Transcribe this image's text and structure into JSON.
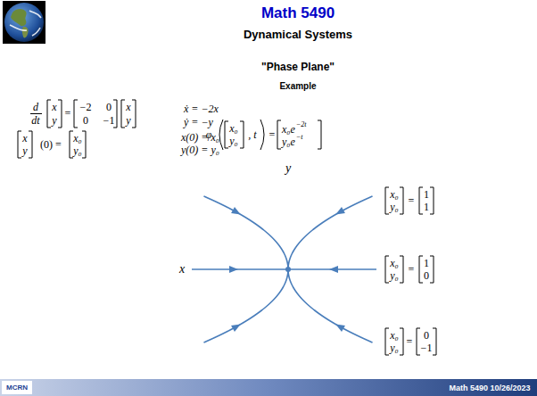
{
  "diagram": {
    "title": "Math 5490",
    "labels": [
      "Dynamical Systems",
      "\"Phase Plane\"",
      "Example",
      "d",
      "dt",
      "x",
      "y",
      "=",
      "−2",
      "0",
      "0",
      "−1",
      "x",
      "y",
      "x",
      "y",
      "(0) =",
      "x₀",
      "y₀",
      "ẋ = −2x",
      "ẏ = −y",
      "x(0) = x₀",
      "y(0) = y₀",
      "φ",
      "x₀",
      "y₀",
      ", t",
      "=",
      "x₀e",
      "−2t",
      "y₀e",
      "−t",
      "y",
      "x",
      "x₀",
      "y₀",
      "=",
      "1",
      "1",
      "x₀",
      "y₀",
      "=",
      "1",
      "0",
      "x₀",
      "y₀",
      "=",
      "0",
      "−1",
      "MCRN",
      "Math 5490 10/26/2023"
    ]
  }
}
